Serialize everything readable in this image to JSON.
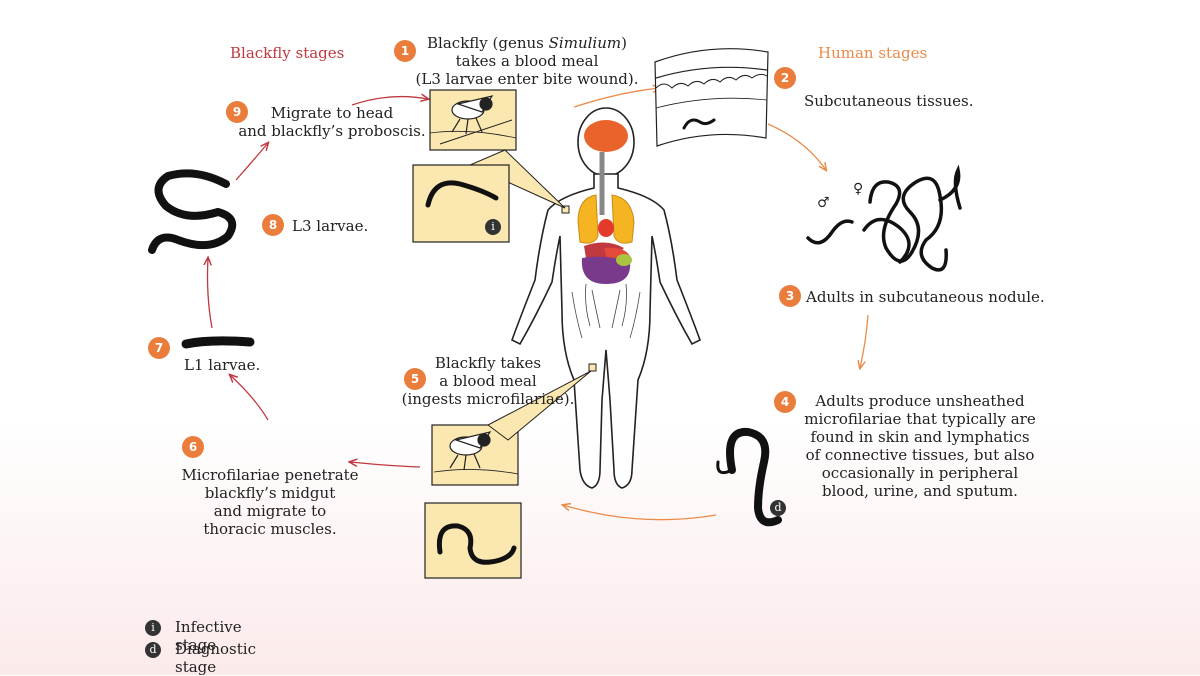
{
  "headers": {
    "blackfly": "Blackfly stages",
    "human": "Human stages",
    "blackfly_color": "#c0393f",
    "human_color": "#ea8b4a"
  },
  "badge_color": "#ea7d3c",
  "steps": [
    {
      "num": "1",
      "lines": [
        "Blackfly (genus Simulium)",
        "takes a blood meal",
        "(L3 larvae enter bite wound)."
      ]
    },
    {
      "num": "2",
      "lines": [
        "Subcutaneous tissues."
      ]
    },
    {
      "num": "3",
      "lines": [
        "Adults in subcutaneous nodule."
      ]
    },
    {
      "num": "4",
      "lines": [
        "Adults produce unsheathed",
        "microfilariae that typically are",
        "found in skin and lymphatics",
        "of connective tissues, but also",
        "occasionally in peripheral",
        "blood, urine, and sputum."
      ]
    },
    {
      "num": "5",
      "lines": [
        "Blackfly takes",
        "a blood meal",
        "(ingests microfilariae)."
      ]
    },
    {
      "num": "6",
      "lines": [
        "Microfilariae penetrate",
        "blackfly’s midgut",
        "and migrate to",
        "thoracic muscles."
      ]
    },
    {
      "num": "7",
      "lines": [
        "L1 larvae."
      ]
    },
    {
      "num": "8",
      "lines": [
        "L3 larvae."
      ]
    },
    {
      "num": "9",
      "lines": [
        "Migrate to head",
        "and blackfly’s proboscis."
      ]
    }
  ],
  "genus_italic": "Simulium",
  "sex_symbols": {
    "male": "♂",
    "female": "♀"
  },
  "stage_markers": {
    "infective": "i",
    "diagnostic": "d"
  },
  "legend": [
    {
      "marker": "i",
      "label": "Infective stage"
    },
    {
      "marker": "d",
      "label": "Diagnostic stage"
    }
  ]
}
